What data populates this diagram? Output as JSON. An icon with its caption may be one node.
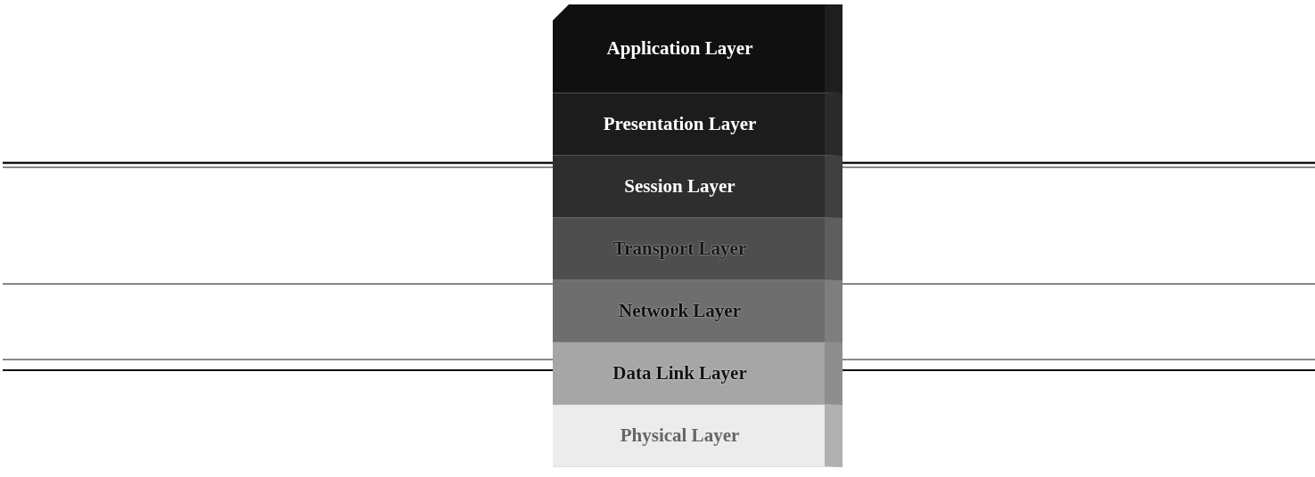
{
  "diagram": {
    "nodes": [
      {
        "text": [
          "Application Layer"
        ]
      },
      {
        "text": [
          "Presentation Layer"
        ]
      },
      {
        "text": [
          "Session Layer"
        ]
      },
      {
        "text": [
          "Transport Layer"
        ]
      },
      {
        "text": [
          "Network Layer"
        ]
      },
      {
        "text": [
          "Data Link Layer"
        ]
      },
      {
        "text": [
          "Physical Layer"
        ]
      }
    ]
  }
}
